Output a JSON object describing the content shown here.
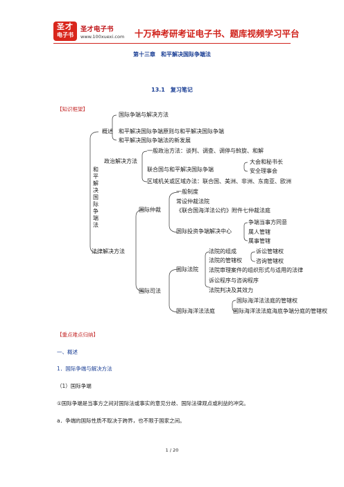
{
  "header": {
    "logo_line1": "圣才",
    "logo_line2": "电子书",
    "brand_name": "圣才电子书",
    "brand_url": "www.100xuexi.com",
    "slogan": "十万种考研考证电子书、题库视频学习平台"
  },
  "chapter_title": "第十三章　和平解决国际争端法",
  "section_title": "13.1　复习笔记",
  "framework_heading": "【知识框架】",
  "tree": {
    "root": "和平解决国际争端法",
    "overview": {
      "label": "概述",
      "items": [
        "国际争端与解决方法",
        "和平解决国际争端原则与和平解决国际争端",
        "和平解决国际争端法的新发展"
      ]
    },
    "political": {
      "label": "政治解决方法",
      "general": "一般政治方法：谈判、调查、调停与斡旋、和解",
      "un": "联合国与和平解决国际争端",
      "un_items": [
        "大会和秘书长",
        "安全理事会"
      ],
      "regional": "区域机关或区域办法：联合国、美洲、非洲、东南亚、欧洲"
    },
    "legal": {
      "label": "法律解决方法",
      "arbitration": {
        "label": "国际仲裁",
        "items": [
          "一般制度",
          "常设仲裁法院",
          "《联合国海洋法公约》附件七仲裁法庭"
        ],
        "icsid": "国际投资争端解决中心",
        "icsid_items": [
          "争端当事方同意",
          "属人管辖",
          "属事管辖"
        ]
      },
      "judicial": {
        "label": "国际司法",
        "court": "国际法院",
        "court_items": [
          "法院的组成",
          "法院的管辖权",
          "法院审理案件的组织形式与适用的法律",
          "诉讼程序与咨询程序",
          "法院判决及其效力"
        ],
        "jurisdiction_items": [
          "诉讼管辖权",
          "咨询管辖权"
        ],
        "itlos": "国际海洋法法庭",
        "itlos_items": [
          "国际海洋法法庭的管辖权",
          "国际海洋法法庭海底争端分庭的管辖权"
        ]
      }
    }
  },
  "key_points_heading": "【重点难点归纳】",
  "body": {
    "p1": "一、概述",
    "p2": "1．国际争端与解决方法",
    "p3": "（1）国际争端",
    "p4": "①国际争端是当事方之间对国际法或事实的意见分歧、国际法律观点或利益的冲突。",
    "p5": "a．争端的国际性质不取决于跨界，也不限于国家之间。"
  },
  "page_number": "1 / 20",
  "colors": {
    "brand_red": "#d0211a",
    "heading_blue": "#1b3f95",
    "bracket_red": "#c42a2a"
  }
}
